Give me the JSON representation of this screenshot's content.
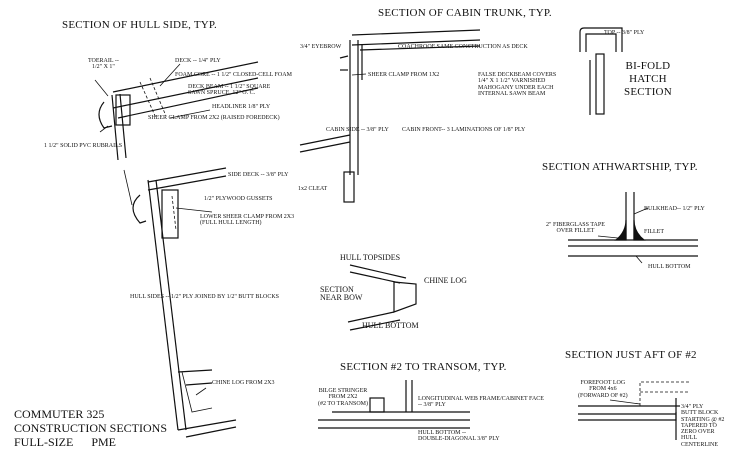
{
  "headings": {
    "hull_side": "SECTION OF HULL SIDE, TYP.",
    "cabin_trunk": "SECTION OF CABIN TRUNK, TYP.",
    "bifold": "BI-FOLD\nHATCH\nSECTION",
    "athwartship": "SECTION ATHWARTSHIP, TYP.",
    "near_bow": "SECTION\nNEAR BOW",
    "transom": "SECTION #2 TO TRANSOM, TYP.",
    "aft": "SECTION JUST AFT OF #2"
  },
  "title_block": {
    "line1": "COMMUTER 325",
    "line2": "CONSTRUCTION SECTIONS",
    "line3": "FULL-SIZE      PME"
  },
  "labels": {
    "toerail": "TOERAIL --\n1/2\" X 1\"",
    "deck": "DECK -- 1/4\" PLY",
    "foam_core": "FOAM CORE -- 1 1/2\" CLOSED-CELL FOAM",
    "deck_beam": "DECK BEAM -- 1 1/2\" SQUARE\nSAWN SPRUCE, 12\" O. C.",
    "headliner": "HEADLINER 1/8\" PLY",
    "sheer_clamp": "SHEER CLAMP FROM 2X2 (RAISED FOREDECK)",
    "rubrails": "1 1/2\" SOLID PVC RUBRAILS",
    "side_deck": "SIDE DECK -- 3/8\" PLY",
    "gussets": "1/2\" PLYWOOD GUSSETS",
    "lower_sheer": "LOWER SHEER CLAMP FROM 2X3\n(FULL HULL LENGTH)",
    "hull_sides": "HULL SIDES -- 1/2\" PLY JOINED BY 1/2\" BUTT BLOCKS",
    "chine_log_2x3": "CHINE LOG FROM 2X3",
    "eyebrow": "3/4\" EYEBROW",
    "coachroof": "COACHROOF SAME CONSTRUCTION AS DECK",
    "sheer_clamp_1x2": "SHEER CLAMP FROM 1X2",
    "false_deckbeam": "FALSE DECKBEAM COVERS\n1/4\" X 1 1/2\" VARNISHED\nMAHOGANY UNDER EACH\nINTERNAL SAWN BEAM",
    "cabin_side": "CABIN SIDE -- 3/8\" PLY",
    "cabin_front": "CABIN FRONT-- 3 LAMINATIONS OF 1/8\" PLY",
    "cleat": "1x2 CLEAT",
    "top_ply": "TOP -- 3/8\" PLY",
    "bulkhead": "BULKHEAD-- 1/2\" PLY",
    "fiberglass_tape": "2\" FIBERGLASS TAPE\nOVER FILLET",
    "fillet": "FILLET",
    "hull_bottom_a": "HULL BOTTOM",
    "hull_topsides": "HULL TOPSIDES",
    "chine_log": "CHINE LOG",
    "hull_bottom_b": "HULL BOTTOM",
    "bilge_stringer": "BILGE STRINGER\nFROM 2X2\n(#2 TO TRANSOM)",
    "web_frame": "LONGITUDINAL WEB FRAME/CABINET FACE\n-- 3/8\" PLY",
    "hull_bottom_diag": "HULL BOTTOM --\nDOUBLE-DIAGONAL 3/8\" PLY",
    "forefoot_log": "FOREFOOT LOG\nFROM 4x6\n(FORWARD OF #2)",
    "butt_block": "3/4\" PLY\nBUTT BLOCK\nSTARTING @ #2\nTAPERED TO\nZERO OVER\nHULL\nCENTERLINE"
  }
}
